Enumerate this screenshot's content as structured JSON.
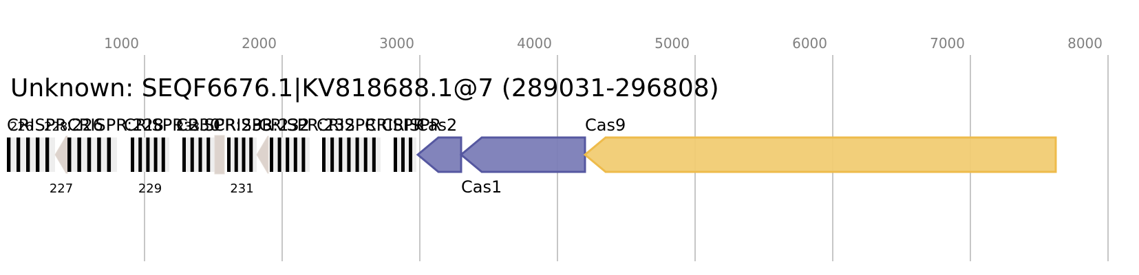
{
  "title": "Unknown: SEQF6676.1|KV818688.1@7 (289031-296808)",
  "axis": {
    "ticks": [
      1000,
      2000,
      3000,
      4000,
      5000,
      6000,
      7000,
      8000
    ],
    "range_bp": [
      0,
      8000
    ]
  },
  "colors": {
    "gridline": "#b4b4b4",
    "tick_text": "#808080",
    "repeat_black": "#000000",
    "spacer_light": "#eeeeee",
    "crispr_arrow_fill": "#ddd3cd",
    "cas_blue_fill": "#7b7db7",
    "cas_blue_stroke": "#5557a0",
    "cas9_fill": "#f1cc73",
    "cas9_stroke": "#eebb4b"
  },
  "chart_data": {
    "type": "genome-map",
    "title": "Unknown: SEQF6676.1|KV818688.1@7 (289031-296808)",
    "xlabel": "",
    "xlim": [
      0,
      8000
    ],
    "grid": true,
    "crispr_arrays": [
      {
        "label": "CRISPR:226",
        "start": 0,
        "end": 350,
        "repeats": 5
      },
      {
        "label": "CRISPR:227",
        "start": 350,
        "end": 440,
        "kind": "arrow",
        "num_label": "227"
      },
      {
        "label": "CRISPR:228",
        "start": 440,
        "end": 800,
        "repeats": 5
      },
      {
        "label": "CRISPR:229",
        "start": 900,
        "end": 1180,
        "repeats": 5,
        "num_label": "229"
      },
      {
        "label": "CRISPR:230",
        "start": 1275,
        "end": 1510,
        "repeats": 4
      },
      {
        "label": "CRISPR:233",
        "start": 1510,
        "end": 1580,
        "kind": "block"
      },
      {
        "label": "CRISPR:231",
        "start": 1600,
        "end": 1815,
        "repeats": 4,
        "num_label": "231"
      },
      {
        "label": "CRISPR:232",
        "start": 1815,
        "end": 1900,
        "kind": "arrow"
      },
      {
        "label": "CRISPR",
        "start": 1910,
        "end": 2200,
        "repeats": 5
      },
      {
        "label": "CRISPR",
        "start": 2290,
        "end": 2715,
        "repeats": 7
      },
      {
        "label": "CRISPR",
        "start": 2810,
        "end": 2975,
        "repeats": 3
      }
    ],
    "top_labels": [
      {
        "text": "CRISPR:226",
        "pos": 0
      },
      {
        "text": "226",
        "pos": 20
      },
      {
        "text": "228",
        "pos": 270
      },
      {
        "text": "CRISPR:228",
        "pos": 440
      },
      {
        "text": "CRISPR:230",
        "pos": 850
      },
      {
        "text": "CRISPR:233",
        "pos": 1230
      },
      {
        "text": "233",
        "pos": 1230
      },
      {
        "text": "CRISPR:232",
        "pos": 1500
      },
      {
        "text": "CRISPR:232",
        "pos": 1830
      },
      {
        "text": "CRISPR:CRISPR",
        "pos": 2250
      },
      {
        "text": "CRISPR",
        "pos": 2600
      }
    ],
    "genes": [
      {
        "name": "Cas2",
        "start": 2985,
        "end": 3300,
        "strand": "-",
        "color": "blue",
        "label_pos": "top"
      },
      {
        "name": "Cas1",
        "start": 3300,
        "end": 4200,
        "strand": "-",
        "color": "blue",
        "label_pos": "bottom"
      },
      {
        "name": "Cas9",
        "start": 4200,
        "end": 7620,
        "strand": "-",
        "color": "yellow",
        "label_pos": "top"
      }
    ]
  }
}
